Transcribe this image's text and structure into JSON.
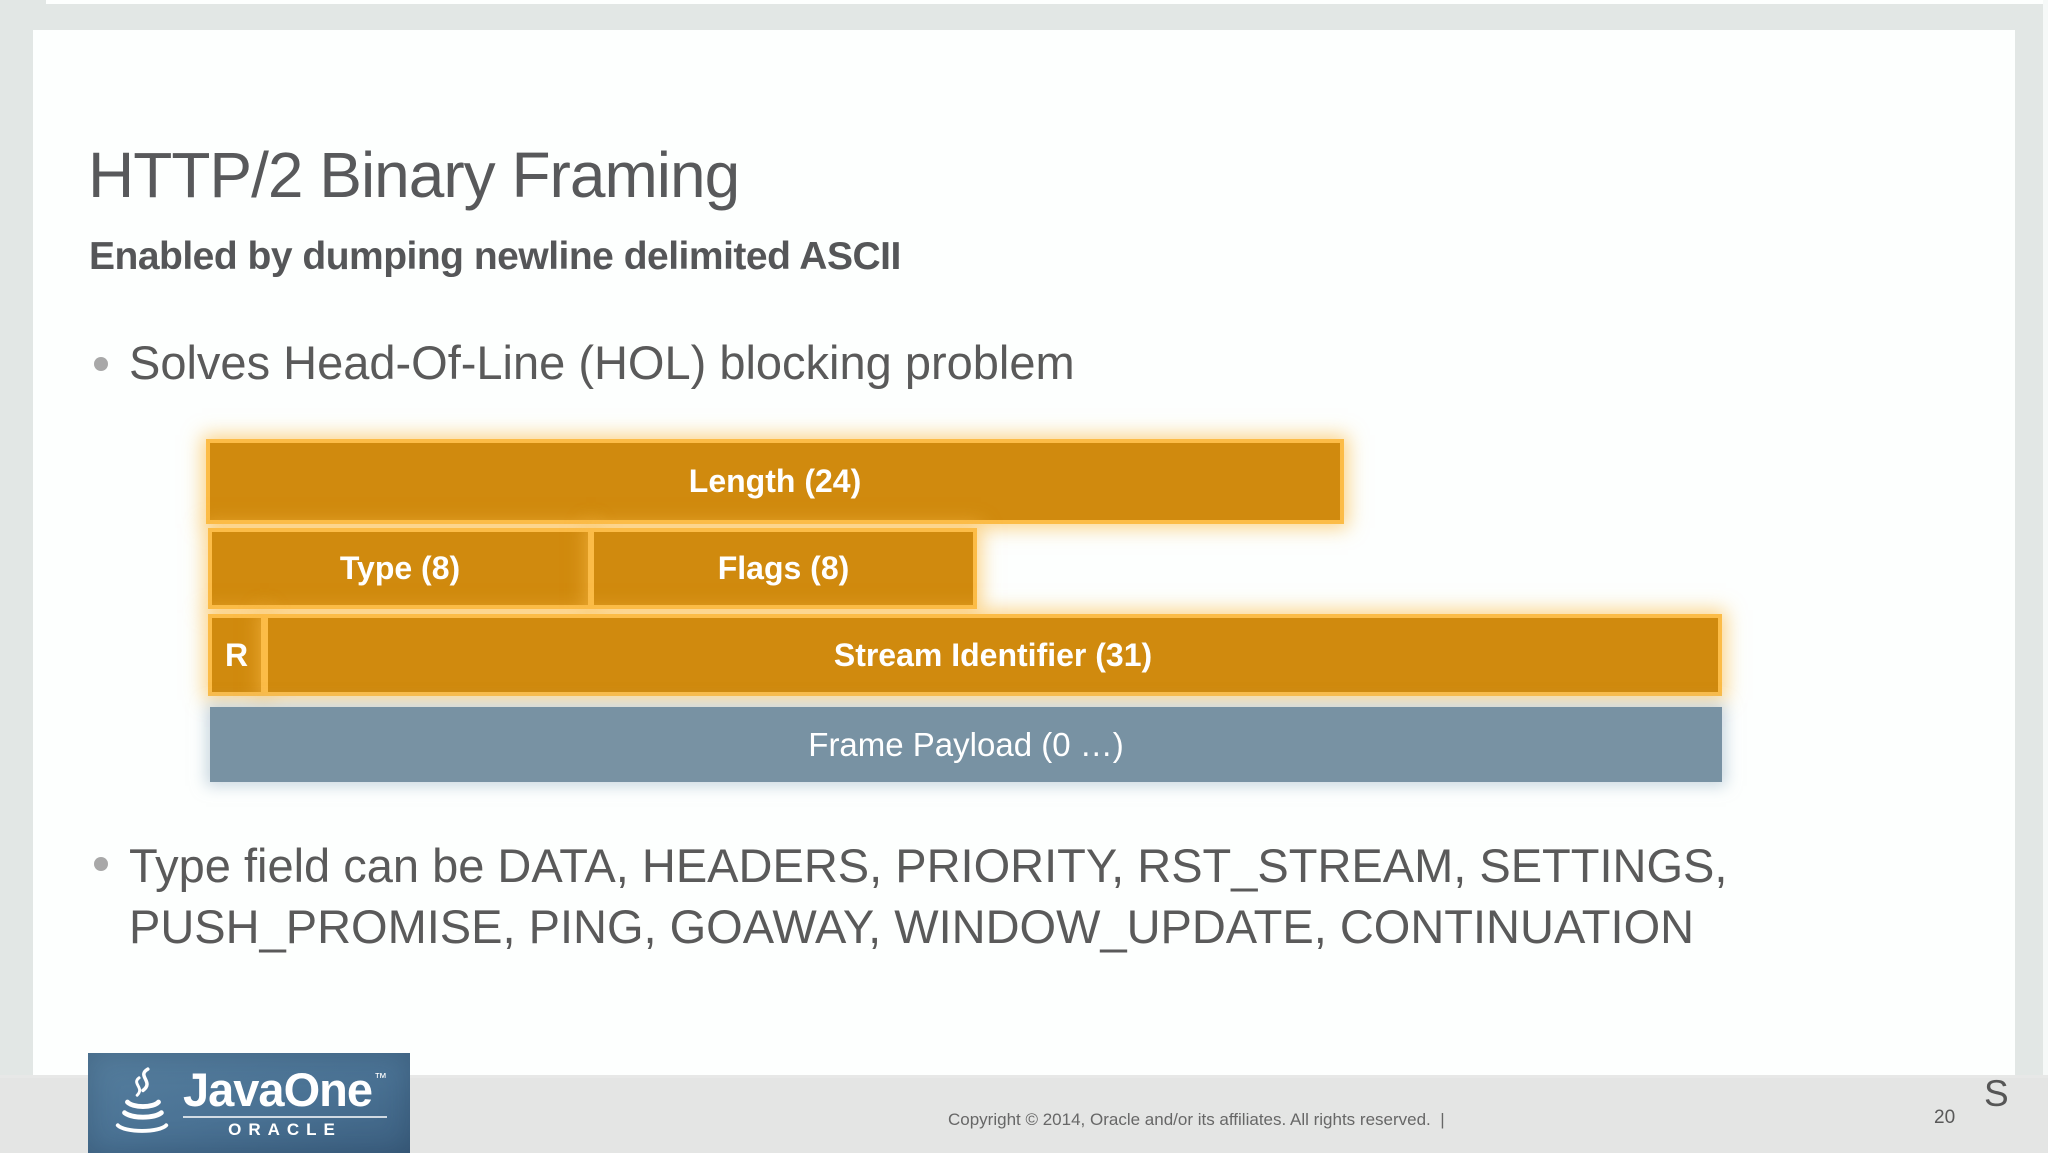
{
  "slide": {
    "title": "HTTP/2 Binary Framing",
    "subtitle": "Enabled by dumping newline delimited ASCII",
    "bullet1": "Solves Head-Of-Line (HOL) blocking problem",
    "bullet2_line1": "Type field can be DATA, HEADERS, PRIORITY, RST_STREAM, SETTINGS,",
    "bullet2_line2": "PUSH_PROMISE, PING, GOAWAY, WINDOW_UPDATE, CONTINUATION"
  },
  "diagram": {
    "length_label": "Length (24)",
    "type_label": "Type (8)",
    "flags_label": "Flags (8)",
    "r_label": "R",
    "stream_label": "Stream Identifier (31)",
    "payload_label": "Frame Payload (0 …)",
    "colors": {
      "field_orange": "#d08a0e",
      "field_glow": "#fcbc47",
      "payload_slate": "#7892a3",
      "label_text": "#ffffff"
    }
  },
  "footer": {
    "copyright": "Copyright © 2014, Oracle and/or its affiliates. All rights reserved.  |",
    "page_number": "20",
    "watermark": "S",
    "logo": {
      "brand": "JavaOne",
      "trademark": "™",
      "subbrand": "ORACLE",
      "background_blue": "#4a7294"
    }
  }
}
